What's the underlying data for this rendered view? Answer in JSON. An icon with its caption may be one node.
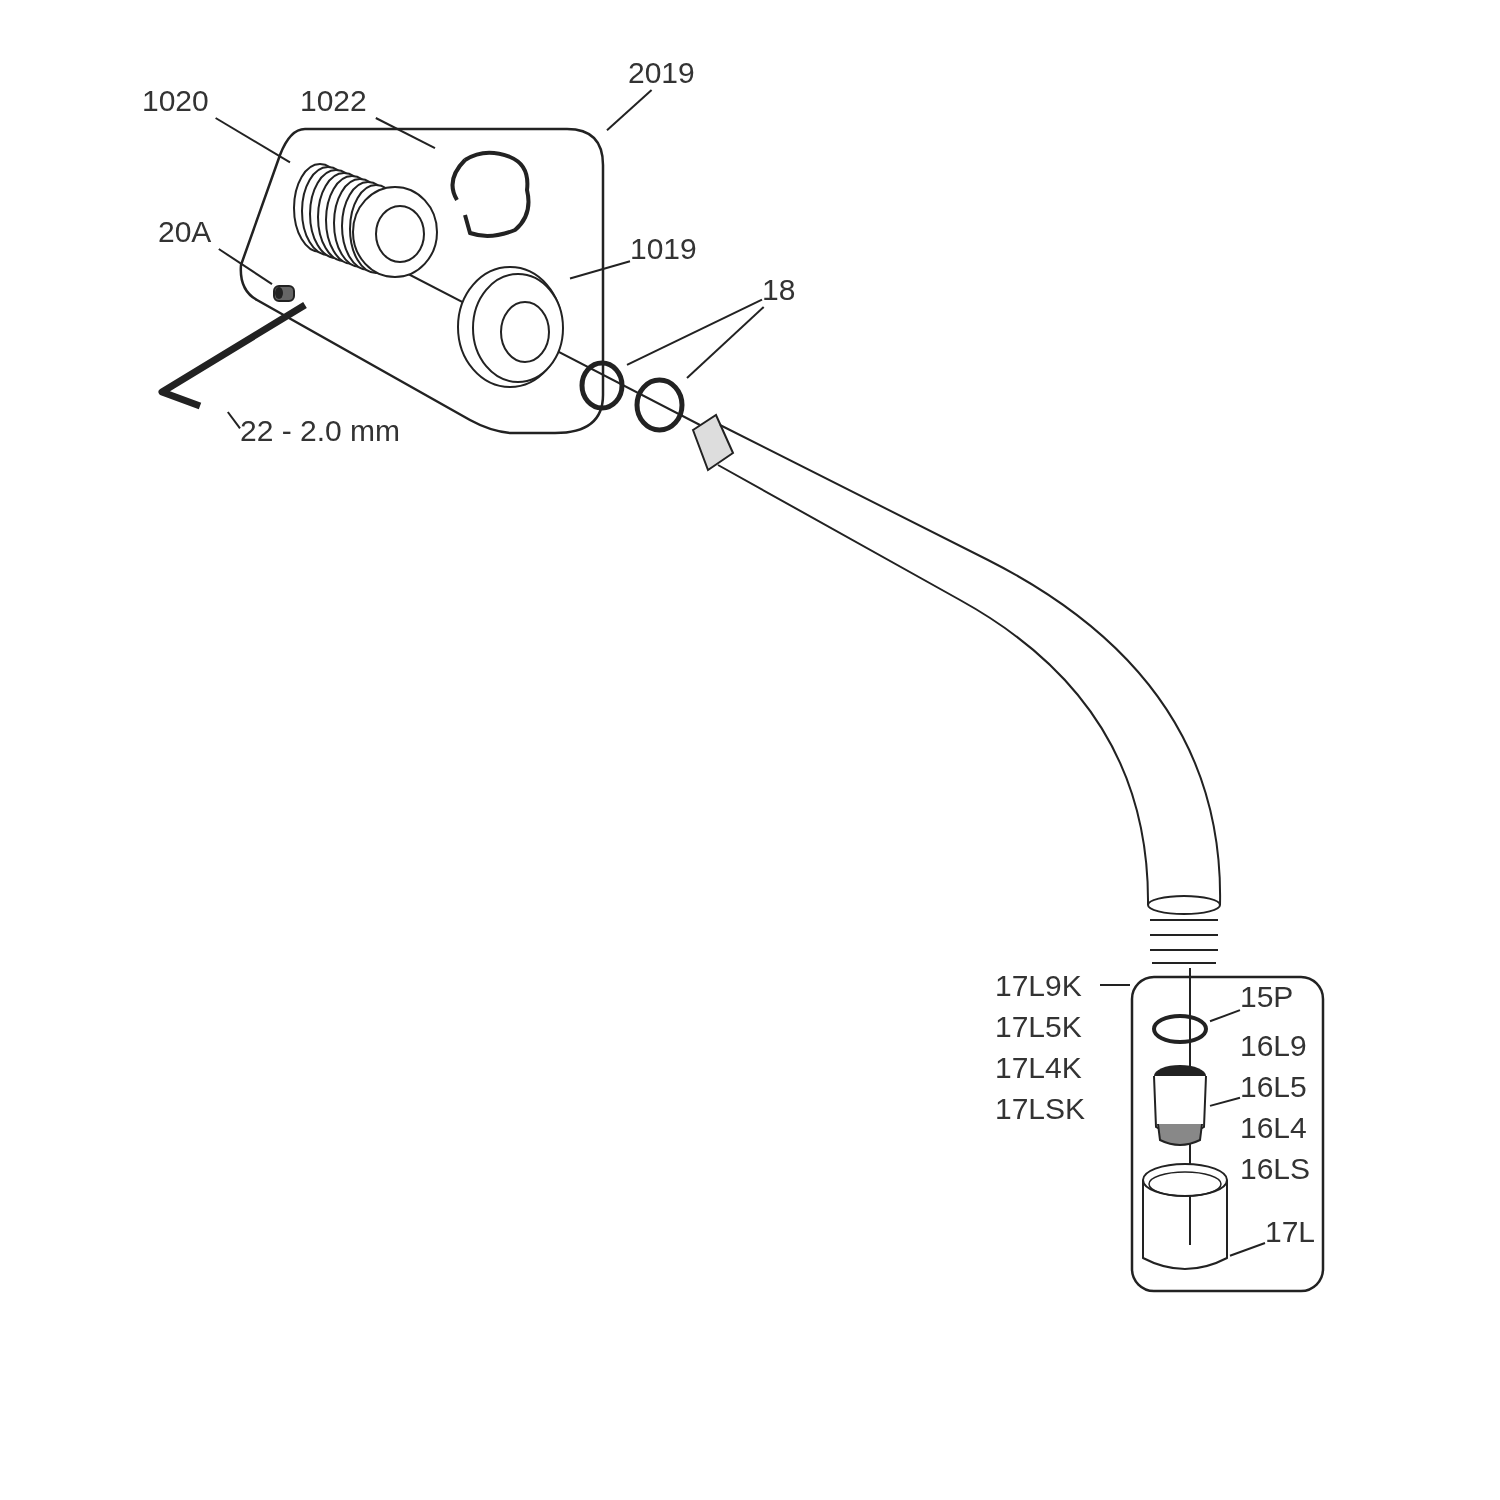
{
  "diagram": {
    "nodes": [
      {
        "text": [
          "1020"
        ]
      },
      {
        "text": [
          "1022"
        ]
      },
      {
        "text": [
          "2019"
        ]
      },
      {
        "text": [
          "20A"
        ]
      },
      {
        "text": [
          "1019"
        ]
      },
      {
        "text": [
          "18"
        ]
      },
      {
        "text": [
          "22 - 2.0 mm"
        ]
      },
      {
        "text": [
          "17L9K",
          "17L5K",
          "17L4K",
          "17LSK"
        ]
      },
      {
        "text": [],
        "shape": "box"
      },
      {
        "text": [
          "15P"
        ],
        "in": 8
      },
      {
        "text": [
          "16L9",
          "16L5",
          "16L4",
          "16LS"
        ],
        "in": 8
      },
      {
        "text": [
          "17L"
        ],
        "in": 8
      },
      {
        "text": [],
        "shape": "box"
      },
      {
        "text": [],
        "shape": "picture",
        "in": 12
      },
      {
        "text": [],
        "shape": "picture",
        "in": 12
      },
      {
        "text": [],
        "shape": "cylinder",
        "in": 12
      },
      {
        "text": [],
        "shape": "picture",
        "in": 12
      },
      {
        "text": [],
        "shape": "circle"
      },
      {
        "text": [],
        "shape": "circle"
      },
      {
        "text": [],
        "shape": "picture"
      },
      {
        "text": [],
        "shape": "picture"
      },
      {
        "text": [],
        "shape": "circle",
        "in": 8
      },
      {
        "text": [],
        "shape": "cylinder",
        "in": 8
      },
      {
        "text": [],
        "shape": "cylinder",
        "in": 8
      }
    ],
    "edges": [
      {
        "from": 0,
        "to": 13,
        "arrow": "none"
      },
      {
        "from": 1,
        "to": 14,
        "arrow": "none"
      },
      {
        "from": 2,
        "to": 12,
        "arrow": "none"
      },
      {
        "from": 3,
        "to": 15,
        "arrow": "none"
      },
      {
        "from": 4,
        "to": 16,
        "arrow": "none"
      },
      {
        "from": 5,
        "to": 17,
        "arrow": "none"
      },
      {
        "from": 5,
        "to": 18,
        "arrow": "none"
      },
      {
        "from": 6,
        "to": 19,
        "arrow": "none"
      },
      {
        "from": 7,
        "to": 8,
        "arrow": "none"
      },
      {
        "from": 9,
        "to": 21,
        "arrow": "none"
      },
      {
        "from": 10,
        "to": 22,
        "arrow": "none"
      },
      {
        "from": 11,
        "to": 23,
        "arrow": "none"
      }
    ]
  }
}
